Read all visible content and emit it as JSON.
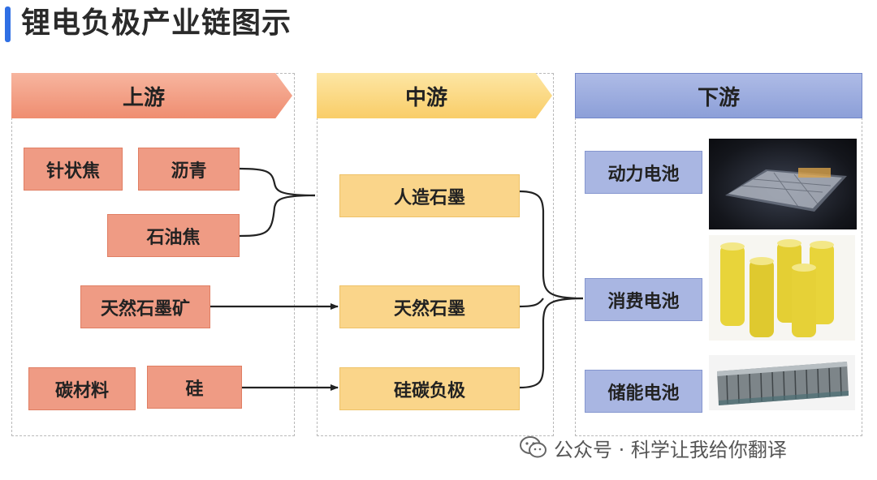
{
  "title": "锂电负极产业链图示",
  "sections": {
    "upstream": "上游",
    "midstream": "中游",
    "downstream": "下游"
  },
  "upstream": {
    "needle_coke": "针状焦",
    "asphalt": "沥青",
    "petroleum_coke": "石油焦",
    "natural_graphite_ore": "天然石墨矿",
    "carbon_material": "碳材料",
    "silicon": "硅"
  },
  "midstream": {
    "artificial_graphite": "人造石墨",
    "natural_graphite": "天然石墨",
    "silicon_carbon_anode": "硅碳负极"
  },
  "downstream": {
    "power_battery": "动力电池",
    "consumer_battery": "消费电池",
    "storage_battery": "储能电池"
  },
  "watermark": {
    "text": "公众号 · 科学让我给你翻译",
    "icon": "wechat-icon"
  },
  "colors": {
    "accent": "#2f6fe4",
    "upstream": "#ef9b84",
    "midstream": "#fad58a",
    "downstream": "#a9b6e2"
  }
}
